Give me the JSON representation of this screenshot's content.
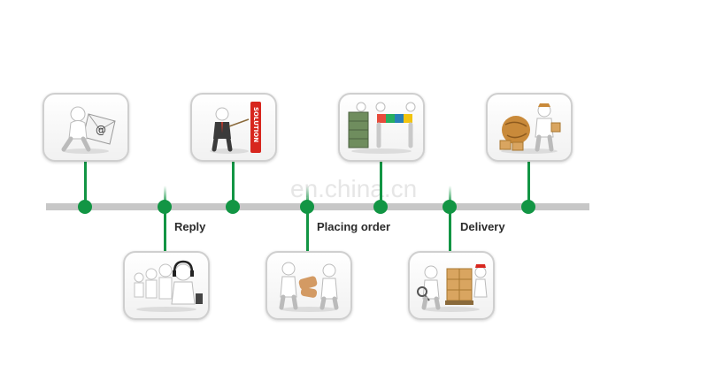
{
  "watermark": "en.china.cn",
  "steps": [
    {
      "label": "",
      "icon": "email-person-icon"
    },
    {
      "label": "Reply",
      "icon": "call-center-icon"
    },
    {
      "label": "",
      "icon": "solution-board-icon"
    },
    {
      "label": "Placing order",
      "icon": "handshake-icon"
    },
    {
      "label": "",
      "icon": "money-puzzle-icon"
    },
    {
      "label": "Delivery",
      "icon": "boxes-inspection-icon"
    },
    {
      "label": "",
      "icon": "globe-delivery-icon"
    }
  ],
  "solution_word": "SOLUTION",
  "colors": {
    "line": "#c7c7c7",
    "node": "#129544",
    "card_border": "#cfcfcf"
  }
}
